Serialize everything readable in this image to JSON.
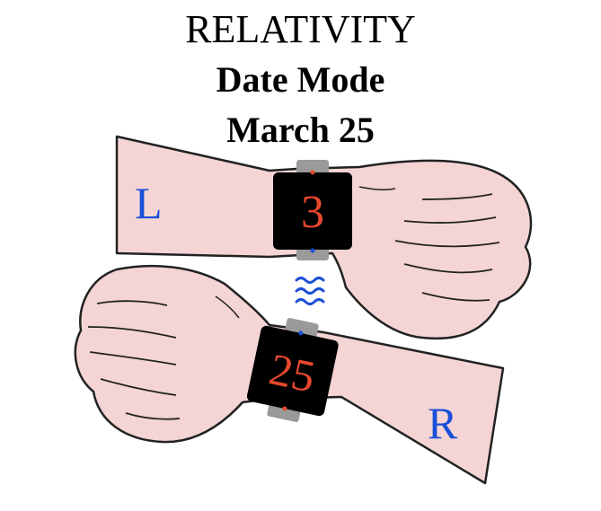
{
  "title": {
    "line1": "RELATIVITY",
    "line2": "Date Mode",
    "line3": "March 25"
  },
  "left_watch": {
    "hand_label": "L",
    "display": "3"
  },
  "right_watch": {
    "hand_label": "R",
    "display": "25"
  },
  "colors": {
    "skin": "#f4d4d4",
    "outline": "#222222",
    "watch_face": "#000000",
    "digits": "#e8472e",
    "hand_labels": "#1a4fd8",
    "signal": "#1a4fd8",
    "strap": "#9a9a9a"
  },
  "icons": [
    "signal-waves-icon"
  ]
}
